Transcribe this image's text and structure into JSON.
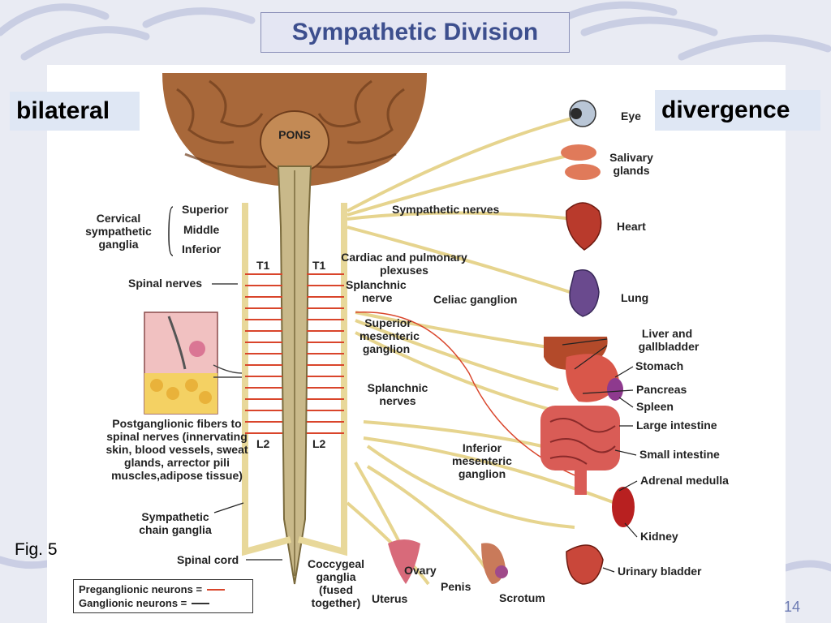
{
  "slide": {
    "title": "Sympathetic Division",
    "tag_left": "bilateral",
    "tag_right": "divergence",
    "figure_label": "Fig. 5",
    "page_number": "14"
  },
  "diagram": {
    "pons": "PONS",
    "t1_left": "T1",
    "t1_right": "T1",
    "l2_left": "L2",
    "l2_right": "L2",
    "cervical_group": [
      "Cervical",
      "sympathetic",
      "ganglia"
    ],
    "cervical_levels": [
      "Superior",
      "Middle",
      "Inferior"
    ],
    "spinal_nerves": "Spinal nerves",
    "postganglionic": [
      "Postganglionic fibers to",
      "spinal nerves (innervating",
      "skin, blood vessels, sweat",
      "glands, arrector pili",
      "muscles,adipose tissue)"
    ],
    "chain_ganglia": [
      "Sympathetic",
      "chain ganglia"
    ],
    "spinal_cord": "Spinal cord",
    "coccygeal": [
      "Coccygeal",
      "ganglia",
      "(fused",
      "together)"
    ],
    "sympathetic_nerves": "Sympathetic nerves",
    "cardiac_plexuses": [
      "Cardiac and pulmonary",
      "plexuses"
    ],
    "splanchnic_nerve": [
      "Splanchnic",
      "nerve"
    ],
    "celiac_ganglion": "Celiac ganglion",
    "superior_mesenteric": [
      "Superior",
      "mesenteric",
      "ganglion"
    ],
    "splanchnic_nerves": [
      "Splanchnic",
      "nerves"
    ],
    "inferior_mesenteric": [
      "Inferior",
      "mesenteric",
      "ganglion"
    ],
    "organs": {
      "eye": "Eye",
      "salivary": [
        "Salivary",
        "glands"
      ],
      "heart": "Heart",
      "lung": "Lung",
      "liver": [
        "Liver and",
        "gallbladder"
      ],
      "stomach": "Stomach",
      "pancreas": "Pancreas",
      "spleen": "Spleen",
      "large_intestine": "Large intestine",
      "small_intestine": "Small intestine",
      "adrenal": "Adrenal medulla",
      "kidney": "Kidney",
      "urinary_bladder": "Urinary bladder",
      "ovary": "Ovary",
      "uterus": "Uterus",
      "penis": "Penis",
      "scrotum": "Scrotum"
    },
    "legend": {
      "preganglionic": "Preganglionic neurons =",
      "ganglionic": "Ganglionic neurons ="
    }
  },
  "colors": {
    "title_text": "#3d4f8e",
    "preganglionic": "#d9452b",
    "ganglionic": "#333333",
    "nerve_fill": "#f3e7b0",
    "brain": "#a8683a"
  }
}
